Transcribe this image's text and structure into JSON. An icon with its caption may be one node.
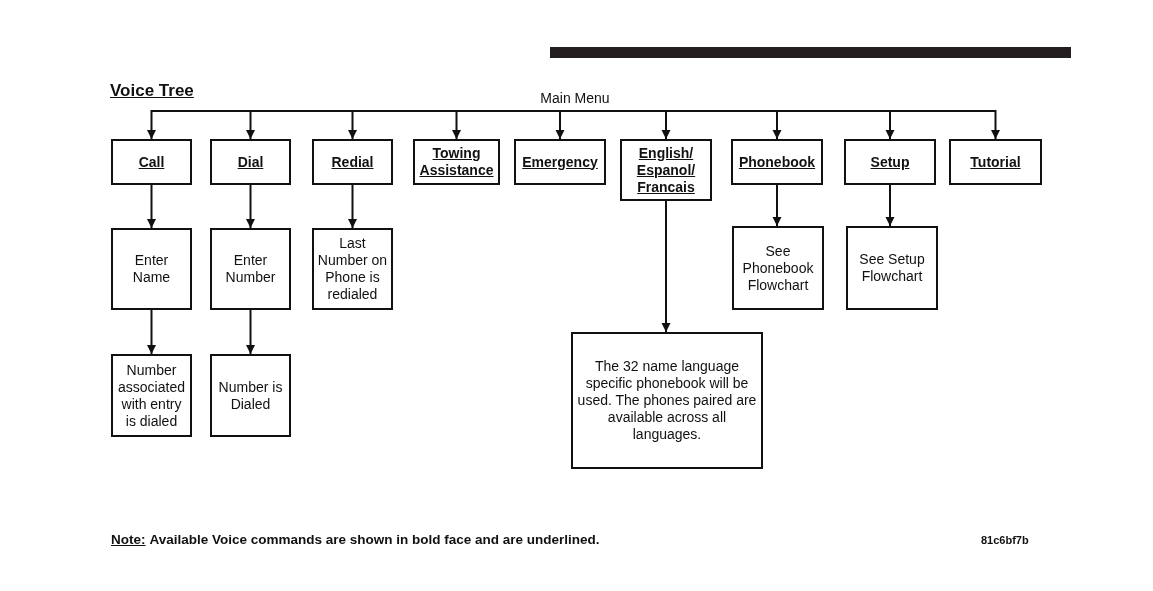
{
  "diagram": {
    "title": "Voice Tree",
    "nodes": [
      {
        "text": [
          "Main Menu"
        ]
      },
      {
        "text": [
          "Call"
        ]
      },
      {
        "text": [
          "Dial"
        ]
      },
      {
        "text": [
          "Redial"
        ]
      },
      {
        "text": [
          "Towing Assistance"
        ]
      },
      {
        "text": [
          "Emergency"
        ]
      },
      {
        "text": [
          "English/ Espanol/ Francais"
        ]
      },
      {
        "text": [
          "Phonebook"
        ]
      },
      {
        "text": [
          "Setup"
        ]
      },
      {
        "text": [
          "Tutorial"
        ]
      },
      {
        "text": [
          "Enter Name"
        ]
      },
      {
        "text": [
          "Enter Number"
        ]
      },
      {
        "text": [
          "Last Number on Phone is redialed"
        ]
      },
      {
        "text": [
          "See Phonebook Flowchart"
        ]
      },
      {
        "text": [
          "See Setup Flowchart"
        ]
      },
      {
        "text": [
          "Number associated with entry is dialed"
        ]
      },
      {
        "text": [
          "Number is Dialed"
        ]
      },
      {
        "text": [
          "The 32 name language specific phonebook will be used. The phones paired are available across all languages."
        ]
      }
    ],
    "edges": [
      {
        "from": 0,
        "to": 1,
        "arrow": "to"
      },
      {
        "from": 0,
        "to": 2,
        "arrow": "to"
      },
      {
        "from": 0,
        "to": 3,
        "arrow": "to"
      },
      {
        "from": 0,
        "to": 4,
        "arrow": "to"
      },
      {
        "from": 0,
        "to": 5,
        "arrow": "to"
      },
      {
        "from": 0,
        "to": 6,
        "arrow": "to"
      },
      {
        "from": 0,
        "to": 7,
        "arrow": "to"
      },
      {
        "from": 0,
        "to": 8,
        "arrow": "to"
      },
      {
        "from": 0,
        "to": 9,
        "arrow": "to"
      },
      {
        "from": 1,
        "to": 10,
        "arrow": "to"
      },
      {
        "from": 2,
        "to": 11,
        "arrow": "to"
      },
      {
        "from": 3,
        "to": 12,
        "arrow": "to"
      },
      {
        "from": 6,
        "to": 17,
        "arrow": "to"
      },
      {
        "from": 7,
        "to": 13,
        "arrow": "to"
      },
      {
        "from": 8,
        "to": 14,
        "arrow": "to"
      },
      {
        "from": 10,
        "to": 15,
        "arrow": "to"
      },
      {
        "from": 11,
        "to": 16,
        "arrow": "to"
      }
    ],
    "labels": [
      "Note:",
      "Available Voice commands are shown in bold face and are underlined.",
      "81c6bf7b"
    ]
  }
}
